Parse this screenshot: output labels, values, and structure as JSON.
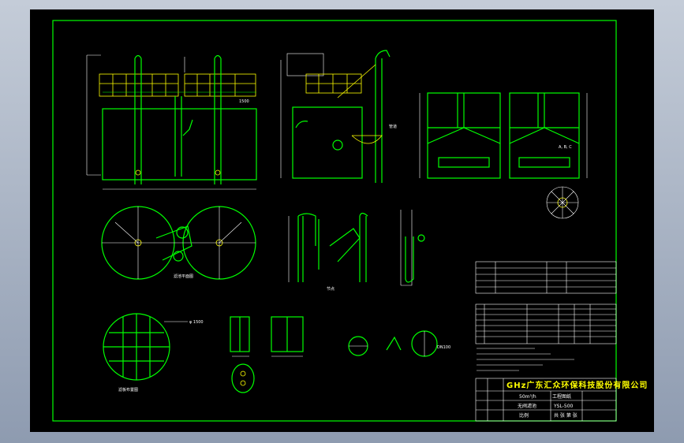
{
  "title_block": {
    "company": "GHz广东汇众环保科技股份有限公司",
    "capacity": "50m³/h",
    "drawing_name": "工程图纸",
    "equipment": "无阀滤池",
    "drawing_no": "YSL-500",
    "scale_label": "比例",
    "sheet_label": "共 张 第 张"
  },
  "views": {
    "caption_filter_top": "滤池平面图",
    "caption_pipe_detail": "节点",
    "caption_plate": "滤板布置图"
  },
  "colors": {
    "background": "#000000",
    "frame": "#00ff00",
    "text": "#ffffff",
    "title": "#ffff00"
  }
}
